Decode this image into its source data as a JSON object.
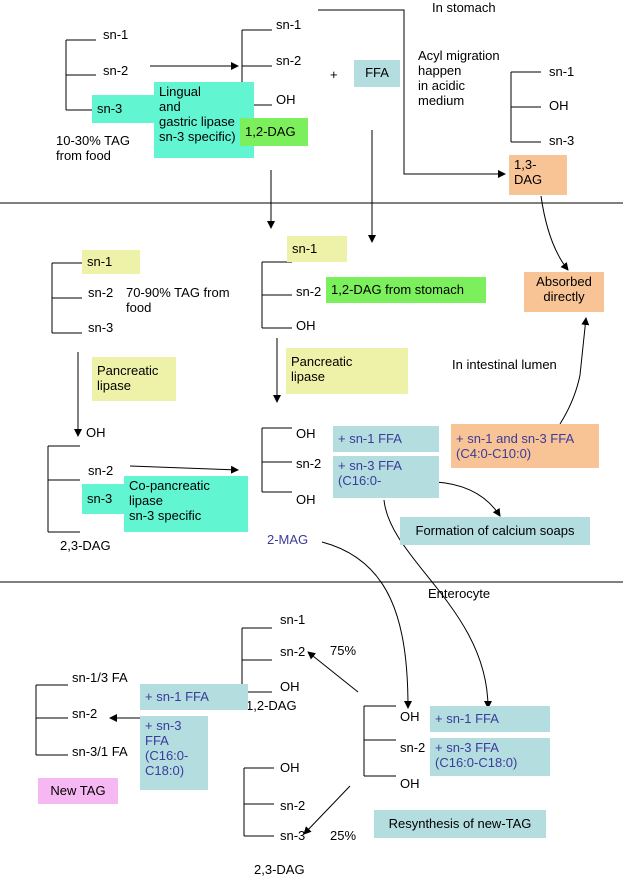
{
  "stomach": {
    "region_label": "In stomach",
    "tag_food": {
      "sn1": "sn-1",
      "sn2": "sn-2",
      "sn3": "sn-3",
      "caption": "10-30% TAG\nfrom food"
    },
    "lipase_label": "Lingual\nand\ngastric lipase\nsn-3 specific)",
    "dag12": {
      "sn1": "sn-1",
      "sn2": "sn-2",
      "oh": "OH",
      "label": "1,2-DAG"
    },
    "plus": "+",
    "ffa": "FFA",
    "acyl_migration": "Acyl migration\nhappen\nin acidic\nmedium",
    "dag13": {
      "sn1": "sn-1",
      "oh": "OH",
      "sn3": "sn-3",
      "label": "1,3-\nDAG"
    }
  },
  "lumen": {
    "region_label": "In intestinal lumen",
    "tag_left": {
      "sn1": "sn-1",
      "sn2": "sn-2",
      "sn3": "sn-3",
      "caption": "70-90% TAG from\nfood"
    },
    "pancreatic_left": "Pancreatic\nlipase",
    "dag23": {
      "oh": "OH",
      "sn2": "sn-2",
      "sn3": "sn-3",
      "label": "2,3-DAG"
    },
    "copancreatic": "Co-pancreatic\nlipase\nsn-3 specific",
    "dag12_stomach": {
      "sn1": "sn-1",
      "sn2": "sn-2",
      "oh": "OH",
      "label": "1,2-DAG from stomach"
    },
    "pancreatic_right": "Pancreatic\nlipase",
    "mag": {
      "oh1": "OH",
      "sn2": "sn-2",
      "oh3": "OH",
      "label": "2-MAG"
    },
    "sn1_ffa": "+ sn-1 FFA",
    "sn3_ffa": "+ sn-3 FFA\n(C16:0-",
    "calcium_soaps": "Formation of calcium soaps",
    "sn13_ffa": "+ sn-1 and sn-3 FFA\n(C4:0-C10:0)",
    "absorbed": "Absorbed\ndirectly"
  },
  "enterocyte": {
    "region_label": "Enterocyte",
    "dag12": {
      "sn1": "sn-1",
      "sn2": "sn-2",
      "oh": "OH",
      "label": "1,2-DAG"
    },
    "pct75": "75%",
    "dag23": {
      "oh": "OH",
      "sn2": "sn-2",
      "sn3": "sn-3",
      "label": "2,3-DAG"
    },
    "pct25": "25%",
    "mag": {
      "oh1": "OH",
      "sn2": "sn-2",
      "oh3": "OH"
    },
    "sn1_ffa": "+ sn-1 FFA",
    "sn3_ffa": "+ sn-3 FFA\n(C16:0-C18:0)",
    "resynthesis": "Resynthesis of new-TAG",
    "left_sn1_ffa": "+ sn-1 FFA",
    "left_sn3_ffa": "+ sn-3\nFFA\n(C16:0-\nC18:0)",
    "new_tag": {
      "sn13": "sn-1/3 FA",
      "sn2": "sn-2",
      "sn31": "sn-3/1 FA",
      "label": "New TAG"
    }
  },
  "colors": {
    "lipase_cyan": "#62f5d2",
    "dag_green": "#7cf05c",
    "ffa_teal": "#b4dde0",
    "lipase_yellow": "#eef2a8",
    "absorbed_orange": "#f8c495",
    "new_tag_pink": "#f6b8f2",
    "ffa_text_blue": "#3b3b9a"
  }
}
